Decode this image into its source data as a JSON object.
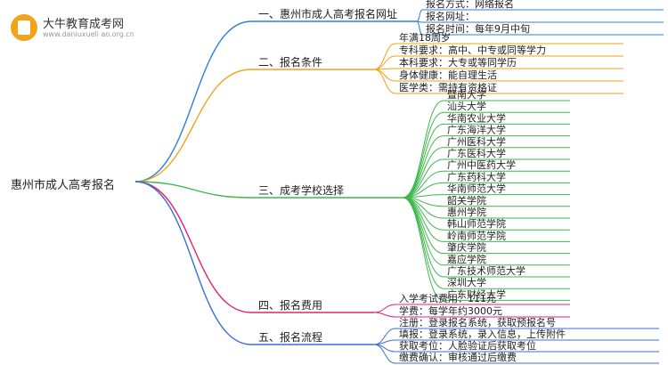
{
  "logo": {
    "title": "大牛教育成考网",
    "url": "www.daniuxueli ao.org.cn",
    "badge_color": "#f3a21a"
  },
  "root": "惠州市成人高考报名",
  "colors": {
    "b1": "#2e7fd9",
    "b2": "#f2a318",
    "b3": "#3db84b",
    "b4": "#e8206f",
    "b5": "#3a6fd8",
    "text": "#222222"
  },
  "branches": [
    {
      "label": "一、惠州市成人高考报名网址",
      "color": "#2e7fd9",
      "leaves": [
        "报名方式：网络报名",
        "报名网址：",
        "报名时间：每年9月中旬"
      ]
    },
    {
      "label": "二、报名条件",
      "color": "#f2a318",
      "leaves": [
        "年满18周岁",
        "专科要求：高中、中专或同等学力",
        "本科要求：大专或等同学历",
        "身体健康：能自理生活",
        "医学类：需持有资格证"
      ]
    },
    {
      "label": "三、成考学校选择",
      "color": "#3db84b",
      "leaves": [
        "暨南大学",
        "汕头大学",
        "华南农业大学",
        "广东海洋大学",
        "广州医科大学",
        "广东医科大学",
        "广州中医药大学",
        "广东药科大学",
        "华南师范大学",
        "韶关学院",
        "惠州学院",
        "韩山师范学院",
        "岭南师范学院",
        "肇庆学院",
        "嘉应学院",
        "广东技术师范大学",
        "深圳大学",
        "广东财经大学"
      ]
    },
    {
      "label": "四、报名费用",
      "color": "#e8206f",
      "leaves": [
        "入学考试费用：111元",
        "学费：每学年约3000元"
      ]
    },
    {
      "label": "五、报名流程",
      "color": "#3a6fd8",
      "leaves": [
        "注册：登录报名系统，获取预报名号",
        "填报：登录系统，录入信息，上传附件",
        "获取考位：人脸验证后获取考位",
        "缴费确认：审核通过后缴费"
      ]
    }
  ]
}
